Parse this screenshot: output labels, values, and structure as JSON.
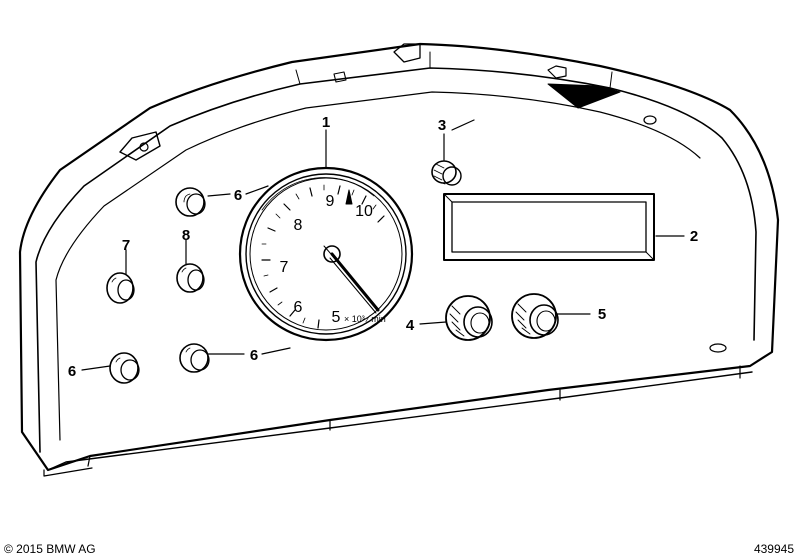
{
  "callouts": {
    "c1": "1",
    "c2": "2",
    "c3": "3",
    "c4": "4",
    "c5": "5",
    "c6a": "6",
    "c6b": "6",
    "c6c": "6",
    "c7": "7",
    "c8": "8"
  },
  "gauge": {
    "n5": "5",
    "n6": "6",
    "n7": "7",
    "n8": "8",
    "n9": "9",
    "n10": "10",
    "sub": "× 10³ ⁄ min"
  },
  "footer": {
    "copyright": "© 2015 BMW AG",
    "image_id": "439945"
  }
}
